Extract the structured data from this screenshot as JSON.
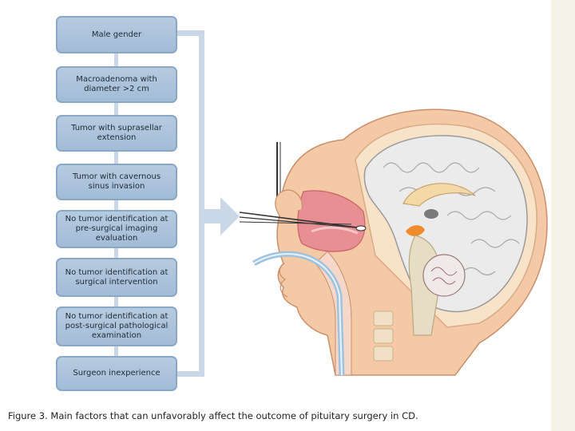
{
  "factors": [
    "Male gender",
    "Macroadenoma with diameter >2 cm",
    "Tumor with suprasellar extension",
    "Tumor with cavernous sinus invasion",
    "No tumor identification at pre-surgical imaging evaluation",
    "No tumor identification at surgical intervention",
    "No tumor identification at post-surgical pathological examination",
    "Surgeon inexperience"
  ],
  "caption": "Figure 3. Main factors that can unfavorably affect the outcome of pituitary surgery in CD."
}
